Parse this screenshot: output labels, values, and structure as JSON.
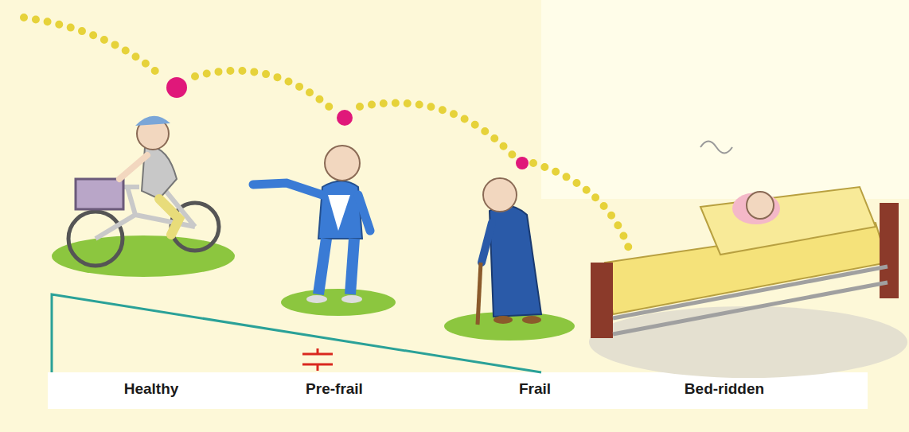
{
  "diagram": {
    "labels": [
      "Healthy",
      "Pre-frail",
      "Frail",
      "Bed-ridden"
    ]
  }
}
